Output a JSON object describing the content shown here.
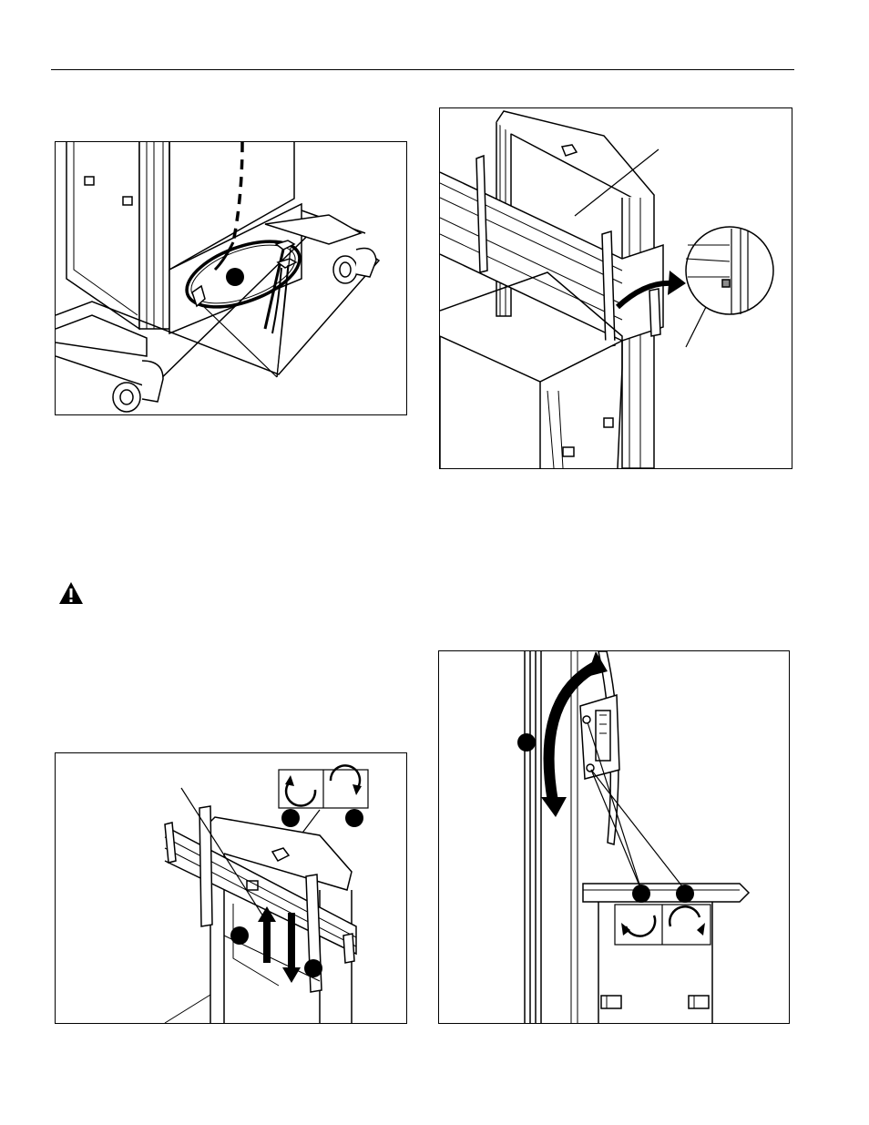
{
  "page": {
    "figures": [
      {
        "id": "fig1",
        "subject": "cart-base-cable-routing"
      },
      {
        "id": "fig2",
        "subject": "mount-rail-detail"
      },
      {
        "id": "fig3",
        "subject": "interface-bracket-adjust"
      },
      {
        "id": "fig4",
        "subject": "bracket-tilt-adjust"
      }
    ],
    "icons": {
      "warning": "warning-triangle-icon",
      "rotate_ccw": "rotate-counterclockwise-icon",
      "rotate_cw": "rotate-clockwise-icon"
    },
    "colors": {
      "ink": "#000000",
      "paper": "#ffffff",
      "shade": "#8c8c8c"
    }
  }
}
